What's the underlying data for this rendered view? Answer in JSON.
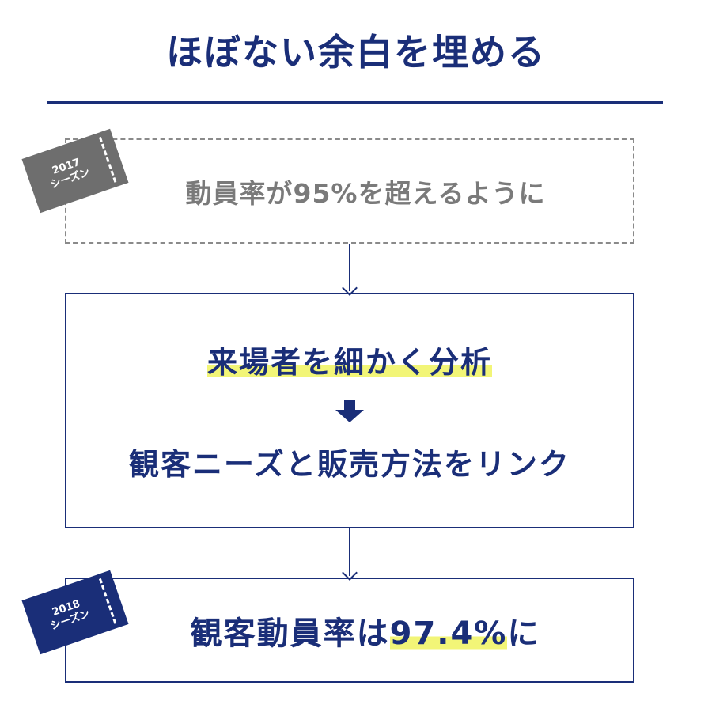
{
  "title": "ほぼない余白を埋める",
  "before": {
    "ticket_year": "2017",
    "ticket_label": "シーズン",
    "text": "動員率が95%を超えるように"
  },
  "process": {
    "step1": "来場者を細かく分析",
    "step2": "観客ニーズと販売方法をリンク"
  },
  "after": {
    "ticket_year": "2018",
    "ticket_label": "シーズン",
    "text_prefix": "観客動員率は",
    "text_highlight": "97.4%",
    "text_suffix": "に"
  },
  "colors": {
    "navy": "#1a2e78",
    "gray": "#7a7a7a",
    "highlight": "#f2f577"
  }
}
